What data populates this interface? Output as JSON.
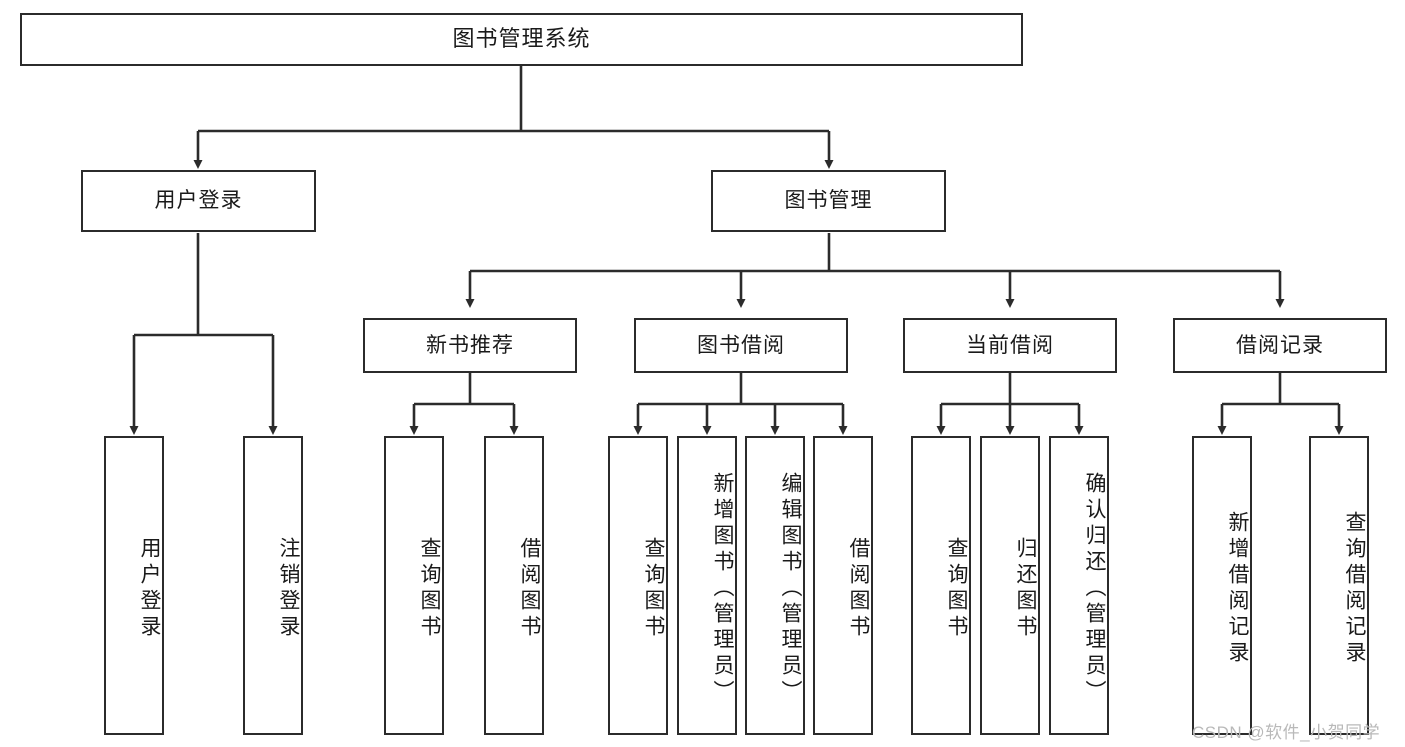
{
  "diagram": {
    "title": "图书管理系统",
    "type": "tree-structure-chart",
    "stroke_color": "#2b2b2b",
    "background_color": "#ffffff",
    "watermark": "CSDN @软件_小贺同学",
    "nodes": {
      "root": {
        "label": "图书管理系统"
      },
      "level2": [
        {
          "label": "用户登录"
        },
        {
          "label": "图书管理"
        }
      ],
      "level3": [
        {
          "label": "新书推荐"
        },
        {
          "label": "图书借阅"
        },
        {
          "label": "当前借阅"
        },
        {
          "label": "借阅记录"
        }
      ],
      "leaves": {
        "user_login": [
          {
            "label": "用户登录"
          },
          {
            "label": "注销登录"
          }
        ],
        "new_book": [
          {
            "label": "查询图书"
          },
          {
            "label": "借阅图书"
          }
        ],
        "book_borrow": [
          {
            "label": "查询图书"
          },
          {
            "label": "新增图书（管理员）"
          },
          {
            "label": "编辑图书（管理员）"
          },
          {
            "label": "借阅图书"
          }
        ],
        "current_borrow": [
          {
            "label": "查询图书"
          },
          {
            "label": "归还图书"
          },
          {
            "label": "确认归还（管理员）"
          }
        ],
        "borrow_record": [
          {
            "label": "新增借阅记录"
          },
          {
            "label": "查询借阅记录"
          }
        ]
      }
    }
  }
}
